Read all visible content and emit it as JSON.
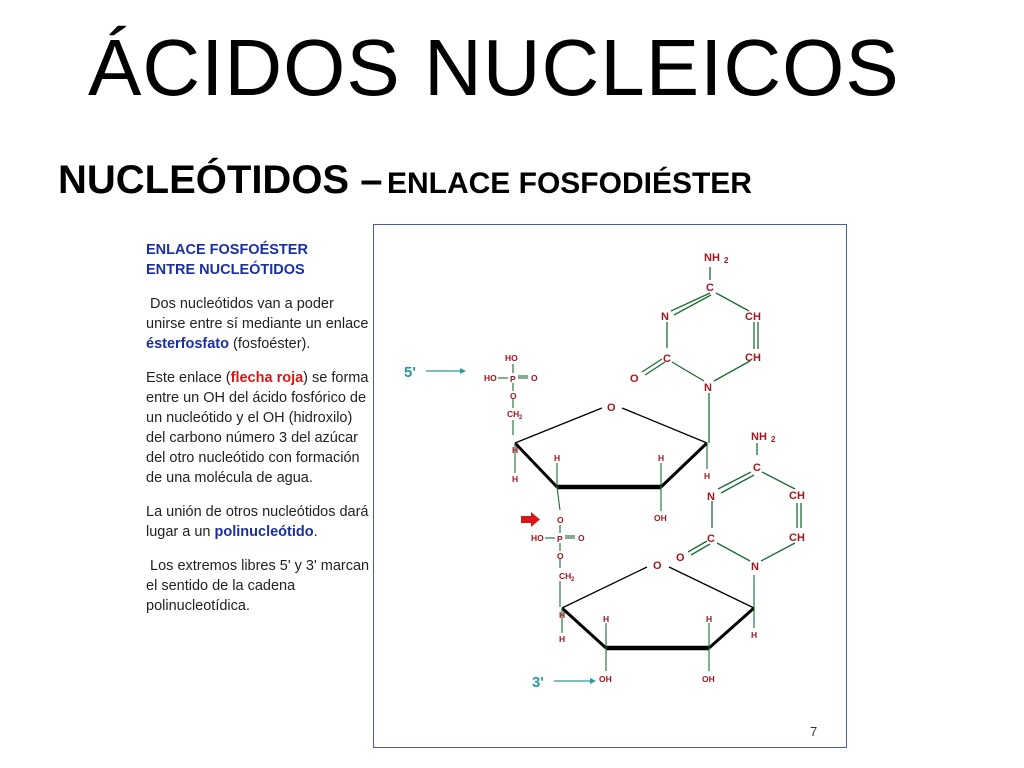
{
  "slide": {
    "title": "ÁCIDOS NUCLEICOS",
    "subtitle_main": "NUCLEÓTIDOS –",
    "subtitle_sub": "ENLACE FOSFODIÉSTER",
    "page_number": "7"
  },
  "text_panel": {
    "heading_line1": "ENLACE FOSFOÉSTER",
    "heading_line2": "ENTRE NUCLEÓTIDOS",
    "p1_a": "Dos nucleótidos van a poder unirse entre sí mediante un enlace ",
    "p1_bold": "ésterfosfato",
    "p1_b": " (fosfoéster).",
    "p2_a": "Este enlace (",
    "p2_red": "flecha roja",
    "p2_b": ") se forma entre un OH del ácido fosfórico de un nucleótido y el OH (hidroxilo) del carbono número 3 del azúcar del otro nucleótido con formación de una molécula de agua.",
    "p3_a": "La unión de otros nucleótidos dará lugar a un ",
    "p3_bold": "polinucleótido",
    "p3_b": ".",
    "p4": "Los extremos libres 5' y 3' marcan el sentido de la cadena polinucleotídica."
  },
  "diagram": {
    "label_5prime": "5'",
    "label_3prime": "3'",
    "colors": {
      "atoms": "#a0171f",
      "bonds": "#1d6b35",
      "ring": "#000000",
      "ends": "#2a9a9a",
      "arrow": "#d81818",
      "text_blue": "#1a2fa0"
    },
    "base1": {
      "nh2": "NH",
      "nh2_sub": "2",
      "c_top": "C",
      "n_left": "N",
      "ch_r1": "CH",
      "ch_r2": "CH",
      "c_left": "C",
      "o": "O",
      "n_bot": "N"
    },
    "base2": {
      "nh2": "NH",
      "nh2_sub": "2",
      "c_top": "C",
      "n_left": "N",
      "ch_r1": "CH",
      "ch_r2": "CH",
      "c_left": "C",
      "o": "O",
      "n_bot": "N"
    },
    "phosphate1": {
      "ho_top": "HO",
      "ho_left": "HO",
      "p": "P",
      "o_right": "O",
      "o_bot": "O",
      "ch2": "CH",
      "ch2_sub": "2"
    },
    "sugar1": {
      "o": "O",
      "h1": "H",
      "h2": "H",
      "h3": "H",
      "h4": "H",
      "h5": "H",
      "oh": "OH"
    },
    "phosphate2": {
      "o_top": "O",
      "ho_left": "HO",
      "p": "P",
      "o_right": "O",
      "o_bot": "O",
      "ch2": "CH",
      "ch2_sub": "2"
    },
    "sugar2": {
      "o": "O",
      "h1": "H",
      "h2": "H",
      "h3": "H",
      "h4": "H",
      "h5": "H",
      "oh1": "OH",
      "oh2": "OH"
    }
  }
}
